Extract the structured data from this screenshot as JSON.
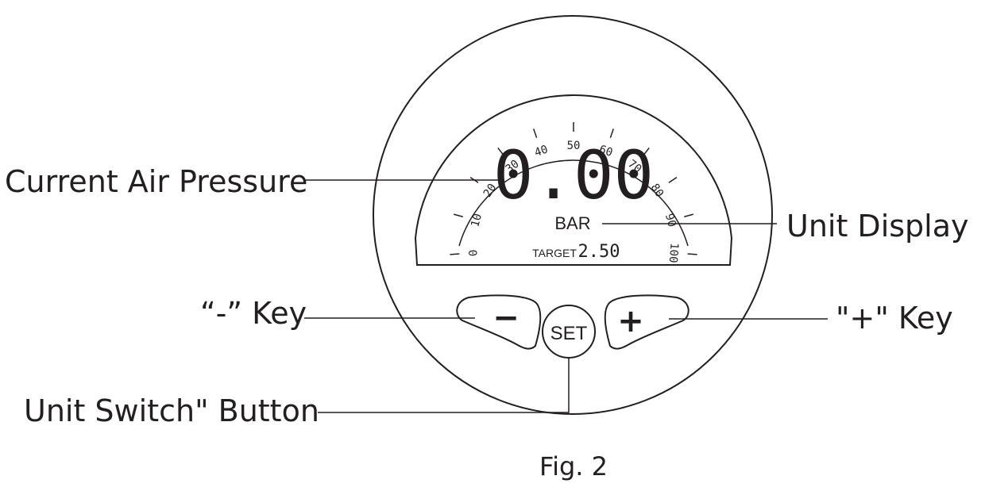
{
  "callouts": {
    "current_air_pressure": "Current Air Pressure",
    "unit_display": "Unit Display",
    "minus_key": "“-” Key",
    "plus_key": "\"+\" Key",
    "unit_switch_button": "Unit Switch\" Button"
  },
  "display": {
    "pressure_value": "0.00",
    "unit": "BAR",
    "target_label": "TARGET",
    "target_value": "2.50",
    "scale_labels": [
      "0",
      "10",
      "20",
      "30",
      "40",
      "50",
      "60",
      "70",
      "80",
      "90",
      "100"
    ]
  },
  "keys": {
    "minus": "−",
    "plus": "+",
    "set": "SET"
  },
  "caption": "Fig. 2",
  "colors": {
    "line": "#231f20",
    "background": "#ffffff"
  }
}
